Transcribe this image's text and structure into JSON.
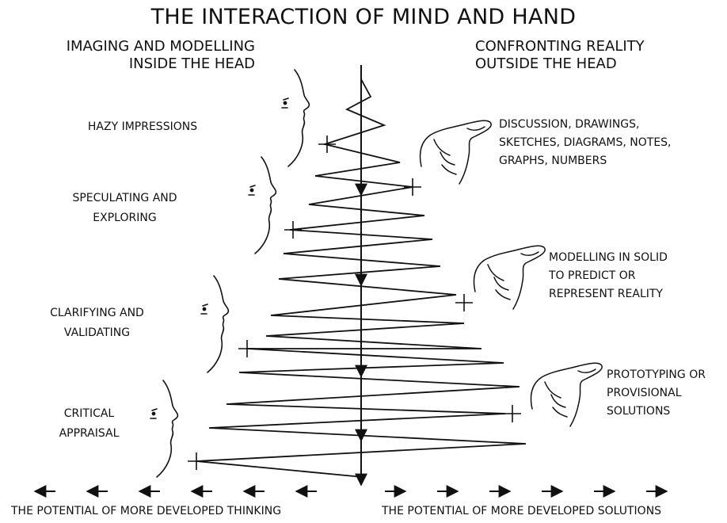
{
  "title": "THE INTERACTION OF MIND AND HAND",
  "headers": {
    "left": "IMAGING AND MODELLING\nINSIDE THE HEAD",
    "right": "CONFRONTING REALITY\nOUTSIDE THE HEAD"
  },
  "stages": [
    "HAZY IMPRESSIONS",
    "SPECULATING AND\nEXPLORING",
    "CLARIFYING AND\nVALIDATING",
    "CRITICAL\nAPPRAISAL"
  ],
  "outputs": [
    "DISCUSSION, DRAWINGS,\nSKETCHES, DIAGRAMS, NOTES,\nGRAPHS, NUMBERS",
    "MODELLING IN SOLID\nTO PREDICT OR\nREPRESENT REALITY",
    "PROTOTYPING OR\nPROVISIONAL\nSOLUTIONS"
  ],
  "footer": {
    "left": "THE POTENTIAL OF MORE DEVELOPED THINKING",
    "right": "THE POTENTIAL OF MORE DEVELOPED SOLUTIONS"
  },
  "icons": {
    "faces": [
      "face-profile-icon",
      "face-profile-icon",
      "face-profile-icon",
      "face-profile-icon"
    ],
    "hands": [
      "pointing-hand-icon",
      "pointing-hand-icon",
      "pointing-hand-icon"
    ]
  }
}
